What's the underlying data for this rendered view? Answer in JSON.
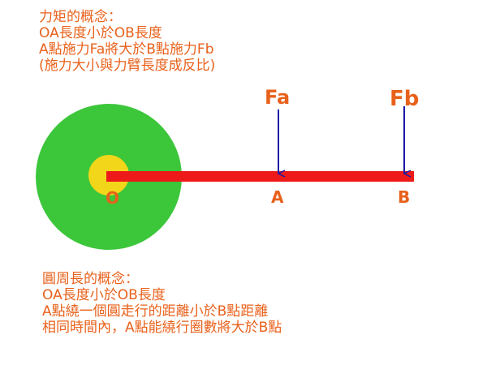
{
  "torque_concept": {
    "lines": [
      "力矩的概念：",
      "OA長度小於OB長度",
      "A點施力Fa將大於B點施力Fb",
      "(施力大小與力臂長度成反比)"
    ]
  },
  "circumference_concept": {
    "lines": [
      "圓周長的概念：",
      "OA長度小於OB長度",
      "A點繞一個圓走行的距離小於B點距離",
      "相同時間內，A點能繞行圈數將大於B點"
    ]
  },
  "diagram": {
    "point_labels": {
      "o": "O",
      "a": "A",
      "b": "B"
    },
    "force_labels": {
      "fa": "Fa",
      "fb": "Fb"
    },
    "colors": {
      "text": "#e8611b",
      "outer_circle": "#3cc63a",
      "inner_circle": "#f2d61a",
      "lever": "#ee1a1a",
      "force_arrow": "#1a1aa6"
    }
  }
}
